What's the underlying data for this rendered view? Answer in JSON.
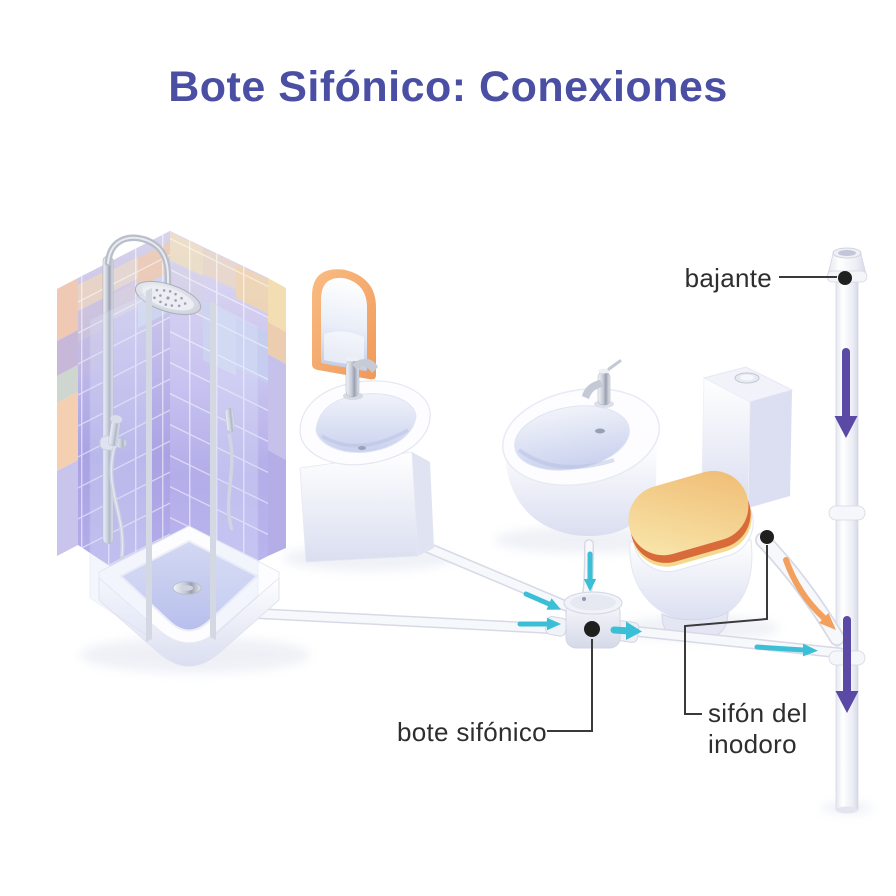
{
  "title": "Bote Sifónico: Conexiones",
  "labels": {
    "bajante": {
      "text": "bajante"
    },
    "bote_sifonico": {
      "text": "bote sifónico"
    },
    "sifon_inodoro": {
      "line1": "sifón del",
      "line2": "inodoro"
    }
  },
  "colors": {
    "title": "#4a4fa3",
    "label_text": "#2e2e2e",
    "connector": "#3a3a3a",
    "dot": "#1f1f1f",
    "flow_cyan": "#3bbfd6",
    "flow_purple": "#5a4aa5",
    "flow_orange": "#f2a05c",
    "pipe_fill": "#f7f8fc",
    "pipe_outline": "#d7dae6",
    "tile_lavender": "#b2ace8",
    "accent_peach": "#f0cbb2",
    "accent_cream": "#f2d6ae",
    "accent_blue": "#ccd6f2",
    "mirror_frame": "#f7aa6c",
    "toilet_seat_yellow": "#f6dd9b",
    "toilet_seat_rim": "#d96a3a",
    "fixture_shade": "#d6daf0"
  }
}
